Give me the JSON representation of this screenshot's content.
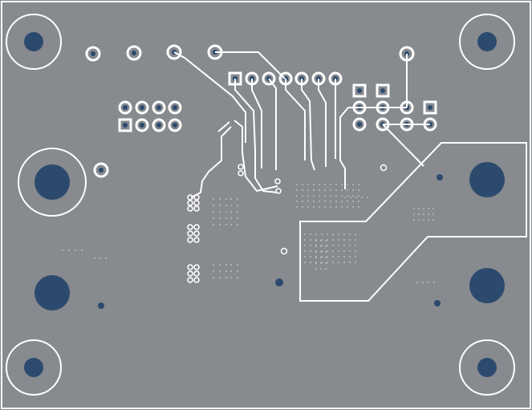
{
  "board": {
    "layer": "bottom copper",
    "colors": {
      "copper_pour": "#878a8e",
      "outline": "#ffffff",
      "trace": "#ffffff",
      "drill": "#2c4a6e",
      "via_dot": "#c8cbd0"
    }
  },
  "mounting_holes": {
    "count": 4,
    "icon": "mounting-hole-icon"
  },
  "connectors": {
    "header_2x4": {
      "pins": 8,
      "pin1_shape": "square"
    },
    "header_1x7": {
      "pins": 7,
      "pin1_shape": "square"
    },
    "header_2x4_right": {
      "pins": 8,
      "pin1_shape": "square"
    }
  },
  "polygon_pour": {
    "label": ""
  }
}
